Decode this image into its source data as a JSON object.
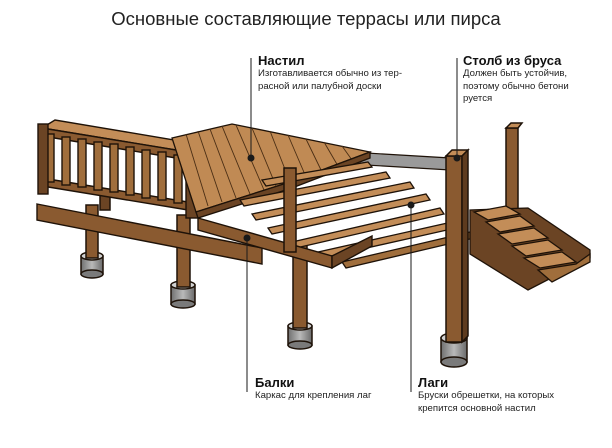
{
  "title": "Основные составляющие террасы или пирса",
  "colors": {
    "wood": "#a06e3c",
    "wood_dark": "#6b4424",
    "wood_light": "#c38d58",
    "outline": "#1e1208",
    "concrete": "#8c8c8c",
    "leader": "#1a1a1a"
  },
  "labels": {
    "nastil": {
      "heading": "Настил",
      "description": "Изготавливается обычно из тер-\nрасной или палубной доски"
    },
    "stolb": {
      "heading": "Столб из бруса",
      "description": "Должен быть устойчив,\nпоэтому обычно бетони\nруется"
    },
    "balki": {
      "heading": "Балки",
      "description": "Каркас для крепления лаг"
    },
    "lagi": {
      "heading": "Лаги",
      "description": "Бруски обрешетки, на которых\nкрепится основной настил"
    }
  }
}
